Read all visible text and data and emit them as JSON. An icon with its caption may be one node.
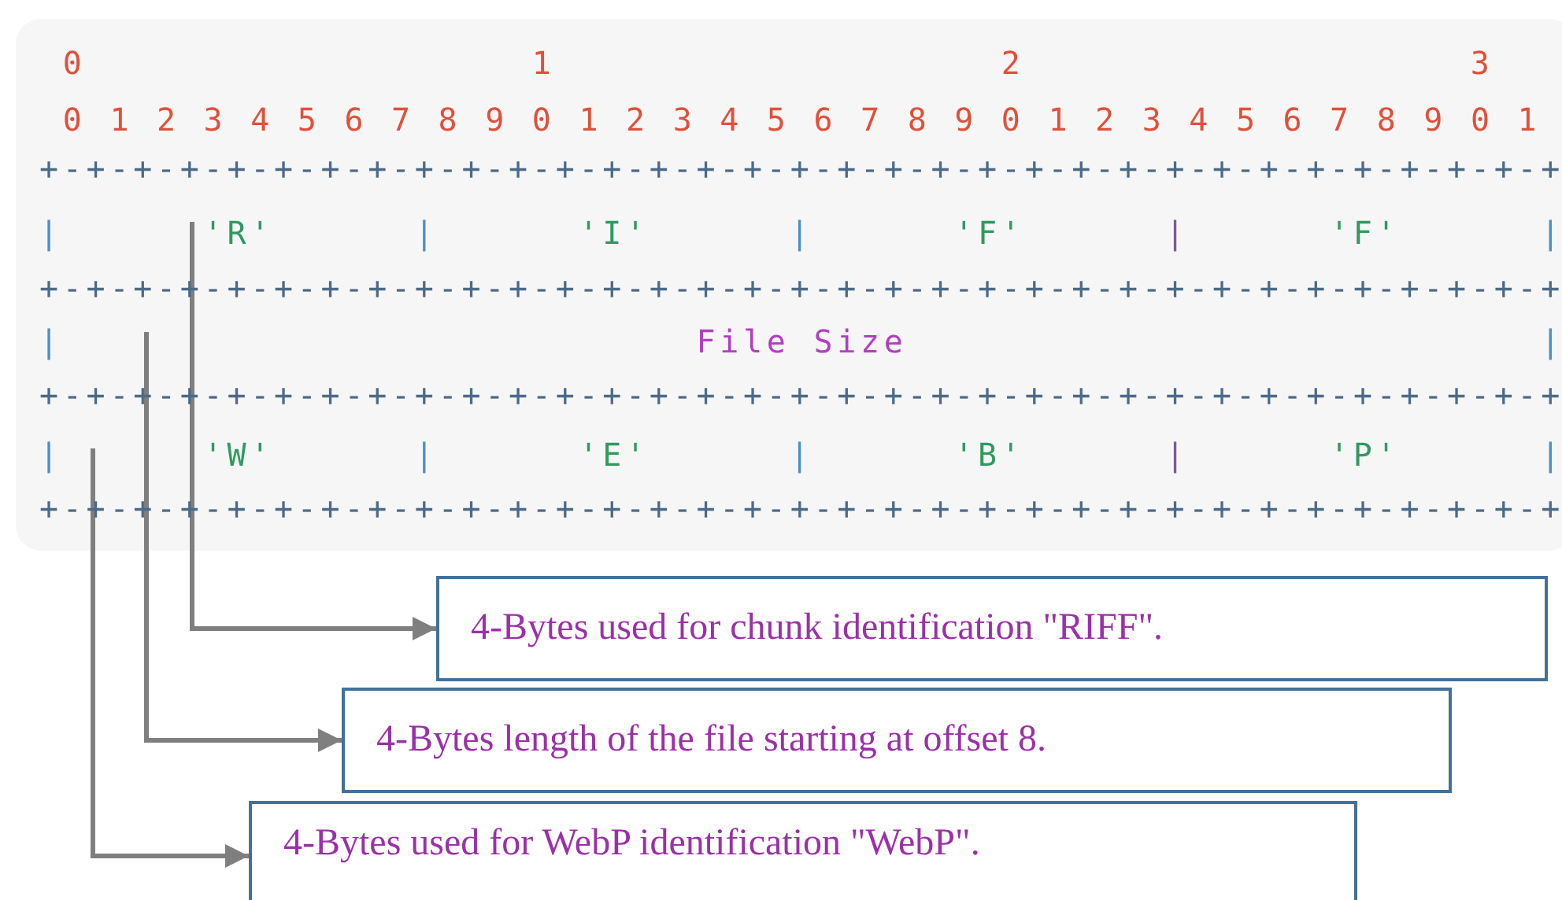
{
  "diagram": {
    "nodes": [
      {
        "text": [
          "4-Bytes used for chunk identification \"RIFF\"."
        ]
      },
      {
        "text": [
          "4-Bytes length of the file starting at offset 8."
        ]
      },
      {
        "text": [
          "4-Bytes used for WebP identification \"WebP\"."
        ]
      }
    ],
    "edges": [
      {
        "from": null,
        "to": 0,
        "arrow": "to"
      },
      {
        "from": null,
        "to": 1,
        "arrow": "to"
      },
      {
        "from": null,
        "to": 2,
        "arrow": "to"
      }
    ],
    "labels": [
      "0",
      "1",
      "2",
      "3",
      "0 1 2 3 4 5 6 7 8 9 0 1 2 3 4 5 6 7 8 9 0 1 2 3 4 5 6 7 8 9 0 1",
      "+-+-+-+-+-+-+-+-+-+-+-+-+-+-+-+-+-+-+-+-+-+-+-+-+-+-+-+-+-+-+-+-+",
      "|",
      "'R'",
      "|",
      "'I'",
      "|",
      "'F'",
      "|",
      "'F'",
      "|",
      "+-+-+-+-+-+-+-+-+-+-+-+-+-+-+-+-+-+-+-+-+-+-+-+-+-+-+-+-+-+-+-+-+",
      "|",
      "File Size",
      "|",
      "+-+-+-+-+-+-+-+-+-+-+-+-+-+-+-+-+-+-+-+-+-+-+-+-+-+-+-+-+-+-+-+-+",
      "|",
      "'W'",
      "|",
      "'E'",
      "|",
      "'B'",
      "|",
      "'P'",
      "|",
      "+-+-+-+-+-+-+-+-+-+-+-+-+-+-+-+-+-+-+-+-+-+-+-+-+-+-+-+-+-+-+-+-+"
    ]
  }
}
